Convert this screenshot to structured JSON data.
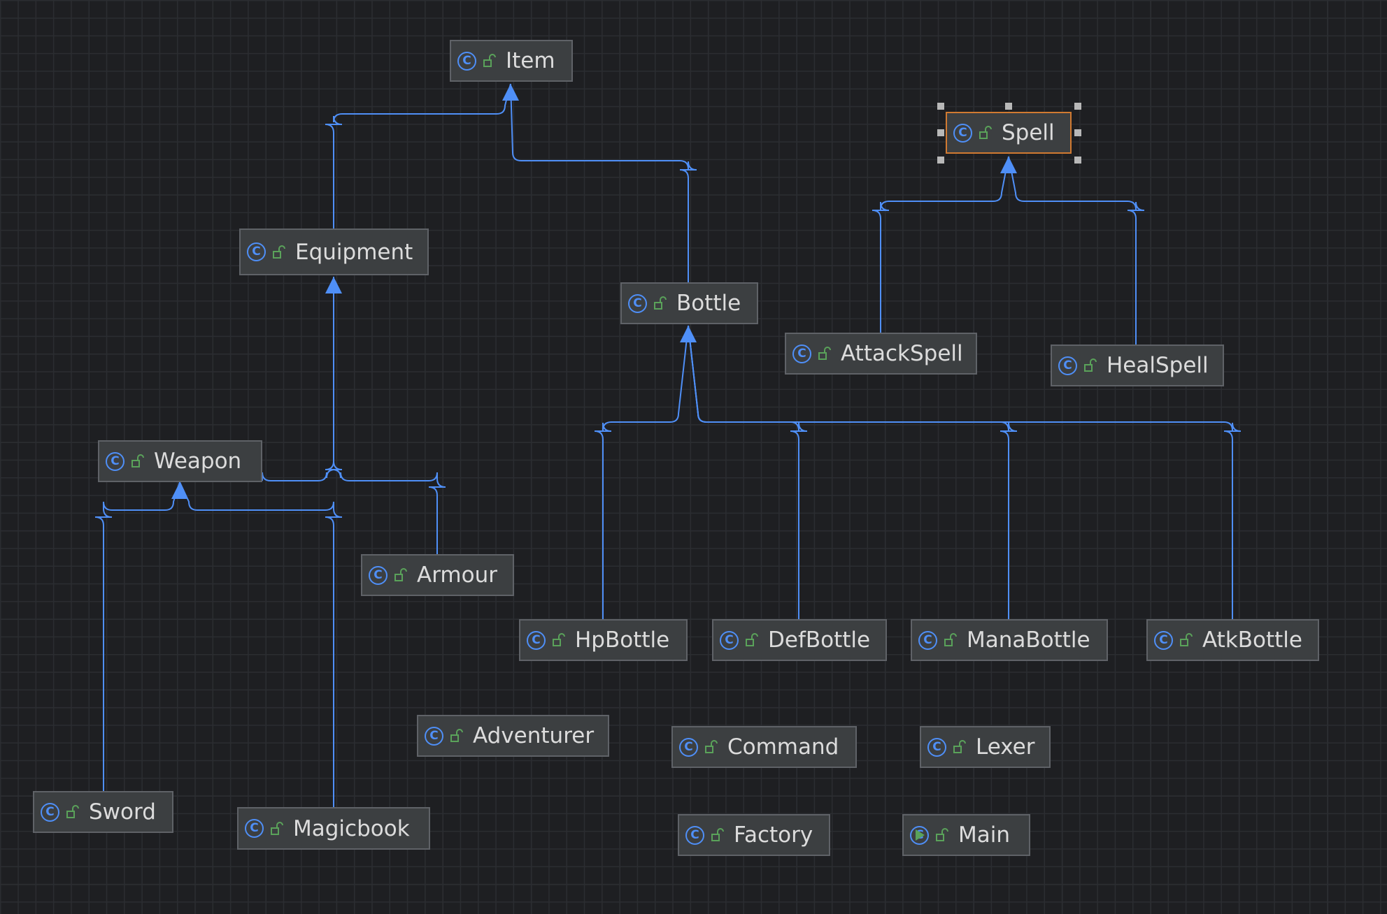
{
  "nodes": [
    {
      "id": "item",
      "label": "Item"
    },
    {
      "id": "spell",
      "label": "Spell",
      "selected": true
    },
    {
      "id": "equipment",
      "label": "Equipment"
    },
    {
      "id": "bottle",
      "label": "Bottle"
    },
    {
      "id": "attackspell",
      "label": "AttackSpell"
    },
    {
      "id": "healspell",
      "label": "HealSpell"
    },
    {
      "id": "weapon",
      "label": "Weapon"
    },
    {
      "id": "armour",
      "label": "Armour"
    },
    {
      "id": "hpbottle",
      "label": "HpBottle"
    },
    {
      "id": "defbottle",
      "label": "DefBottle"
    },
    {
      "id": "manabottle",
      "label": "ManaBottle"
    },
    {
      "id": "atkbottle",
      "label": "AtkBottle"
    },
    {
      "id": "adventurer",
      "label": "Adventurer"
    },
    {
      "id": "command",
      "label": "Command"
    },
    {
      "id": "lexer",
      "label": "Lexer"
    },
    {
      "id": "sword",
      "label": "Sword"
    },
    {
      "id": "magicbook",
      "label": "Magicbook"
    },
    {
      "id": "factory",
      "label": "Factory"
    },
    {
      "id": "main",
      "label": "Main",
      "runnable": true
    }
  ],
  "inheritance": [
    {
      "child": "equipment",
      "parent": "item"
    },
    {
      "child": "bottle",
      "parent": "item"
    },
    {
      "child": "attackspell",
      "parent": "spell"
    },
    {
      "child": "healspell",
      "parent": "spell"
    },
    {
      "child": "weapon",
      "parent": "equipment"
    },
    {
      "child": "armour",
      "parent": "equipment"
    },
    {
      "child": "sword",
      "parent": "weapon"
    },
    {
      "child": "magicbook",
      "parent": "weapon"
    },
    {
      "child": "hpbottle",
      "parent": "bottle"
    },
    {
      "child": "defbottle",
      "parent": "bottle"
    },
    {
      "child": "manabottle",
      "parent": "bottle"
    },
    {
      "child": "atkbottle",
      "parent": "bottle"
    }
  ],
  "colors": {
    "edge": "#4f8ff7",
    "class_icon": "#4f8ff7",
    "lock_icon": "#5aa25a",
    "selection": "#d17a31",
    "node_fill": "#3c3f41",
    "node_text": "#dcdcdc"
  },
  "icons": {
    "class": "class-icon",
    "visibility": "public-lock-icon",
    "runnable": "run-icon"
  }
}
